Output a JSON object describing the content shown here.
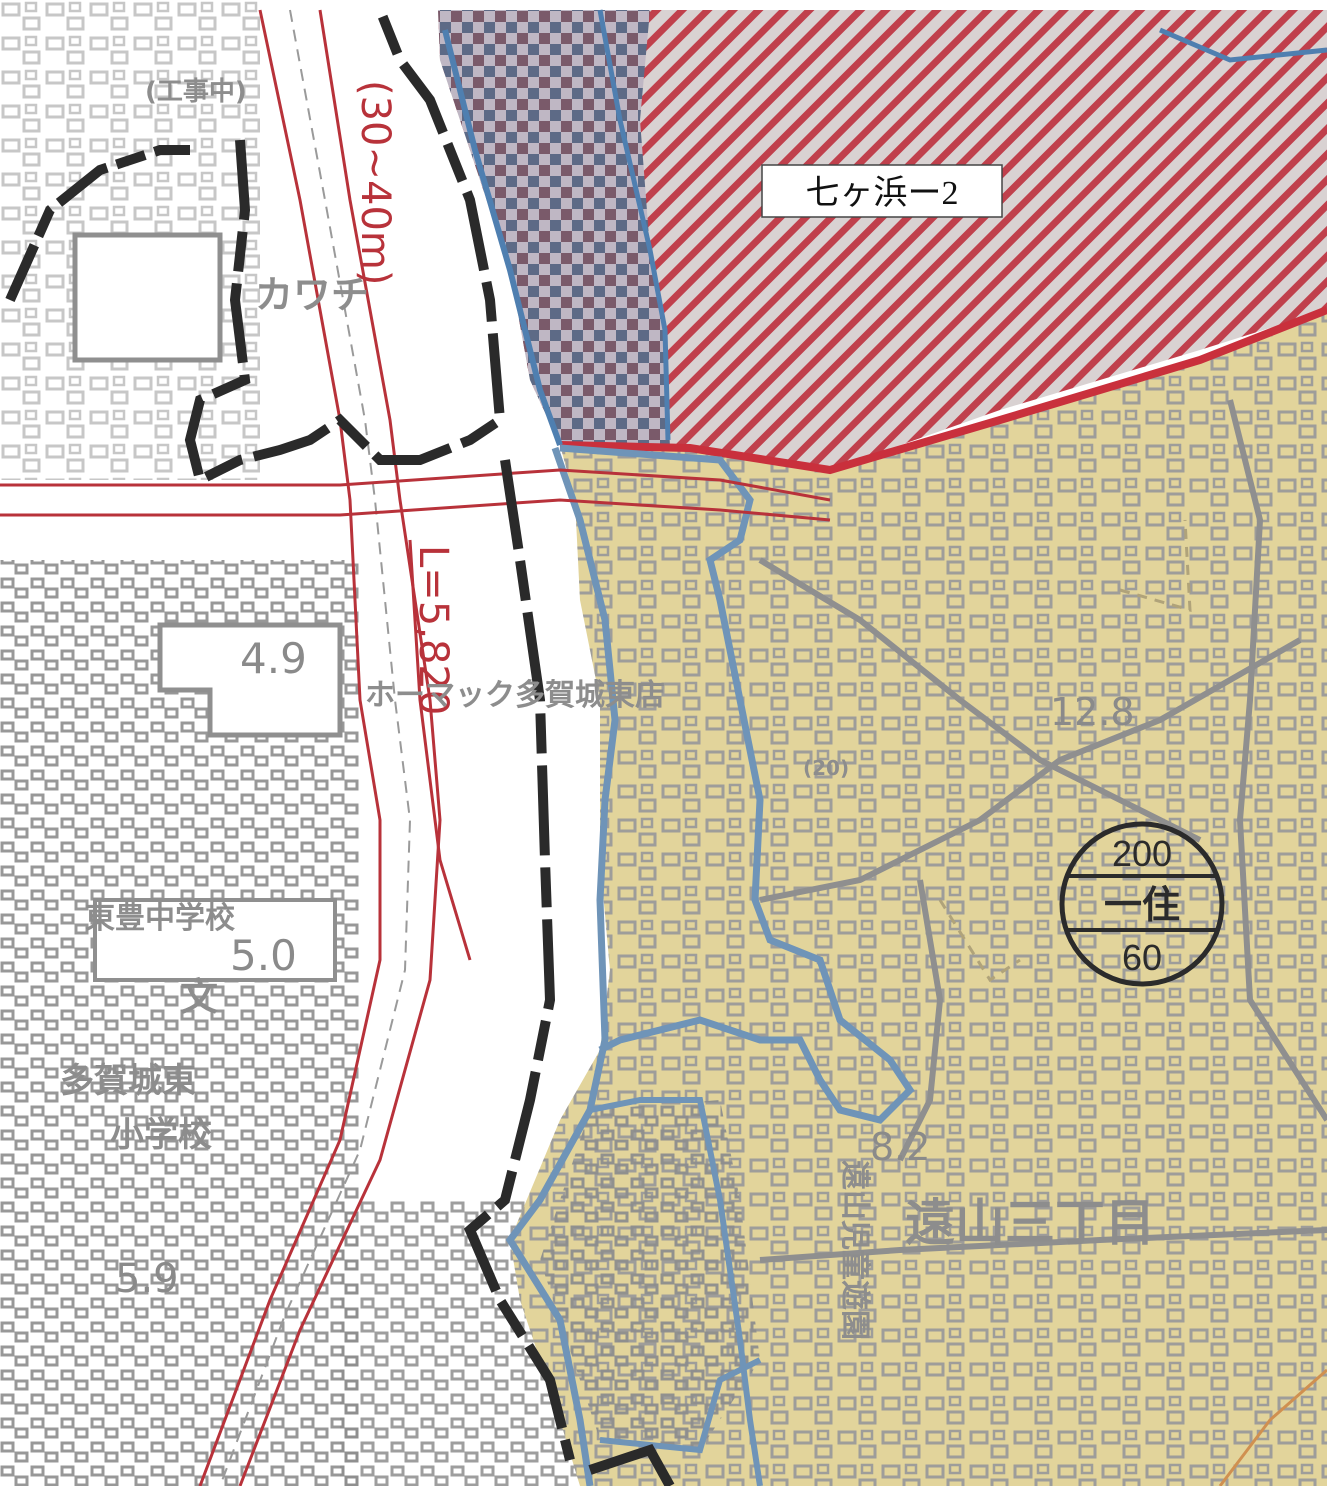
{
  "zone_label": "七ヶ浜ー2",
  "road_width": "(30~40m)",
  "road_code": "L=5,820",
  "facility_katakana": "カワチ",
  "store_label": "ホーマック多賀城東店",
  "school_middle": "東豊中学校",
  "school_elementary_top": "多賀城東",
  "school_elementary_bottom": "小学校",
  "school_symbol": "文",
  "district_label": "遠山三丁目",
  "children_park_label": "遠山児童遊園",
  "construction_label": "(工事中)",
  "route_marker": "(20)",
  "elevations": [
    "4.9",
    "5.0",
    "5.9",
    "12.8",
    "8.2"
  ],
  "zoning_circle": {
    "top": "200",
    "middle": "一住",
    "bottom": "60"
  },
  "colors": {
    "residential_fill": "#e2d49b",
    "boundary_red": "#c9303c",
    "boundary_blue": "#6f94b8",
    "road_gray": "#8f8f8f",
    "thick_black": "#2a2a2a"
  }
}
